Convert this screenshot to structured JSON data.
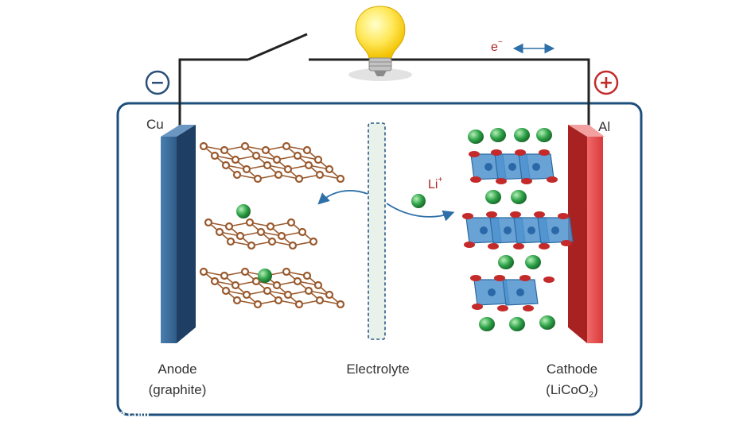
{
  "colors": {
    "anode_plate": "#2f5c88",
    "cathode_plate": "#d93a3a",
    "graphite": "#9a5a2e",
    "lithium": "#2fa34a",
    "cobalt_oxide": "#4f93cf",
    "oxygen": "#c42a2a",
    "frame": "#1d4f7c",
    "wire": "#222222"
  },
  "terminals": {
    "negative": "−",
    "positive": "+"
  },
  "labels": {
    "anode_metal": "Cu",
    "cathode_metal": "Al",
    "electron": "e",
    "electron_sup": "−",
    "lithium_ion": "Li",
    "lithium_ion_sup": "+",
    "anode_line1": "Anode",
    "anode_line2": "(graphite)",
    "electrolyte": "Electrolyte",
    "cathode_line1": "Cathode",
    "cathode_line2a": "(LiCoO",
    "cathode_line2_sub": "2",
    "cathode_line2b": ")",
    "watermark": "e.com"
  }
}
